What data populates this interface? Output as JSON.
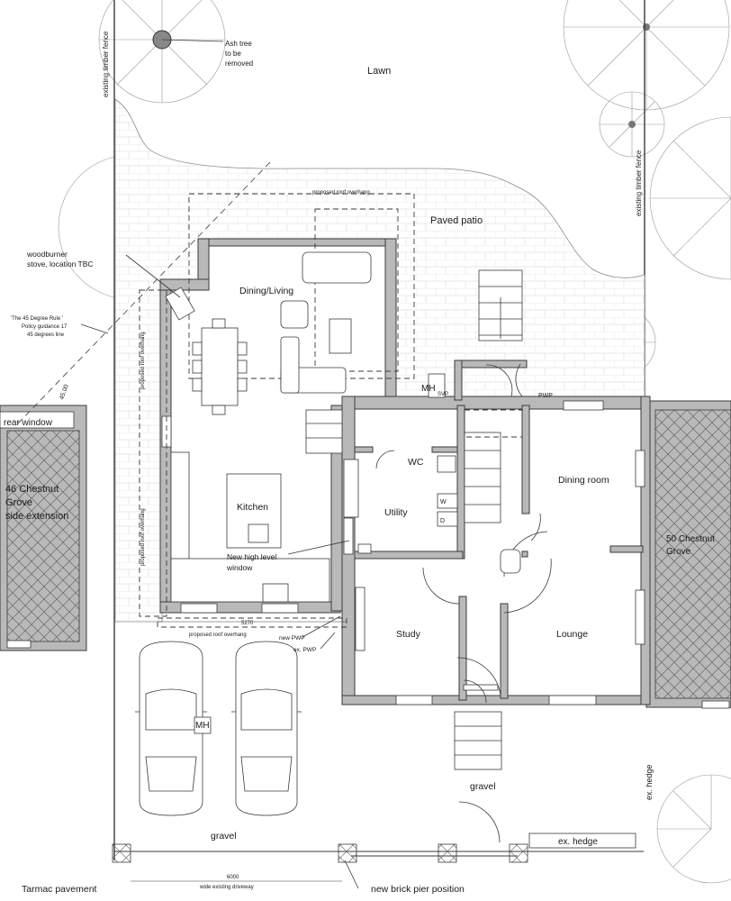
{
  "labels": {
    "lawn": "Lawn",
    "paved_patio": "Paved patio",
    "ash_tree": [
      "Ash tree",
      "to be",
      "removed"
    ],
    "fence_left": "existing timber fence",
    "fence_right": "existing timber fence",
    "woodburner": [
      "woodburner",
      "stove, location TBC"
    ],
    "rule_45": [
      "'The 45 Degree Rule '",
      "Policy guidance 17",
      "45 degrees line"
    ],
    "angle_45": "45.00",
    "rear_window": "rear window",
    "neighbour_left": [
      "46 Chestnut",
      "Grove",
      "side extension"
    ],
    "neighbour_right": [
      "50 Chestnut",
      "Grove"
    ],
    "dining_living": "Dining/Living",
    "kitchen": "Kitchen",
    "new_window": [
      "New high level",
      "window"
    ],
    "utility": "Utility",
    "wc": "WC",
    "w": "W",
    "d": "D",
    "dining_room": "Dining room",
    "study": "Study",
    "lounge": "Lounge",
    "mh_svp": "MH",
    "svp": "SVP",
    "pwp": "PWP",
    "mh_drive": "MH",
    "roof_overhang_top": "proposed roof overhang",
    "roof_overhang_left1": "proposed roof overhang",
    "roof_overhang_left2": "proposed roof overhang",
    "roof_overhang_bottom": "proposed roof overhang",
    "new_pwp": "new PWP",
    "ex_pwp": "ex. PWP",
    "dim_5270": "5270",
    "gravel_left": "gravel",
    "gravel_right": "gravel",
    "ex_hedge_vertical": "ex. hedge",
    "ex_hedge_horizontal": "ex. hedge",
    "tarmac": "Tarmac pavement",
    "dim_6000": "6000",
    "driveway": "wide existing driveway",
    "pier": "new brick pier position"
  }
}
